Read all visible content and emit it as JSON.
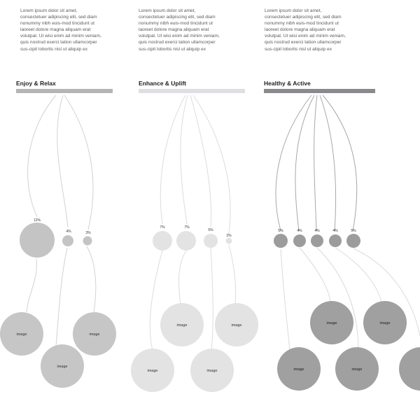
{
  "columns": [
    {
      "id": "enjoy",
      "lorem": "Lorem ipsum dolor sit amet, consectetuer adipiscing elit, sed diam nonummy nibh euis-mod tincidunt ut laoreet dolore magna aliquam erat volutpat. Ut wisi enim ad minim veniam, quis nostrud exerci tation ullamcorper sus-cipit lobortis nisl ut aliquip ex",
      "title": "Enjoy & Relax",
      "bar_color": "#b5b5b5",
      "node_color": "#c4c4c4",
      "image_color": "#c6c6c6",
      "percents": [
        "12%",
        "4%",
        "3%"
      ],
      "image_label": "image"
    },
    {
      "id": "enhance",
      "lorem": "Lorem ipsum dolor sit amet, consectetuer adipiscing elit, sed diam nonummy nibh euis-mod tincidunt ut laoreet dolore magna aliquam erat volutpat. Ut wisi enim ad minim veniam, quis nostrud exerci tation ullamcorper sus-cipit lobortis nisl ut aliquip ex",
      "title": "Enhance & Uplift",
      "bar_color": "#dedee3",
      "node_color": "#e3e3e3",
      "image_color": "#e3e3e3",
      "percents": [
        "7%",
        "7%",
        "5%",
        "2%"
      ],
      "image_label": "image"
    },
    {
      "id": "healthy",
      "lorem": "Lorem ipsum dolor sit amet, consectetuer adipiscing elit, sed diam nonummy nibh euis-mod tincidunt ut laoreet dolore magna aliquam erat volutpat. Ut wisi enim ad minim veniam, quis nostrud exerci tation ullamcorper sus-cipit lobortis nisl ut aliquip ex",
      "title": "Healthy & Active",
      "bar_color": "#8a8a8e",
      "node_color": "#9c9c9c",
      "image_color": "#a0a0a0",
      "percents": [
        "5%",
        "4%",
        "4%",
        "4%",
        "5%"
      ],
      "image_label": "image"
    }
  ]
}
